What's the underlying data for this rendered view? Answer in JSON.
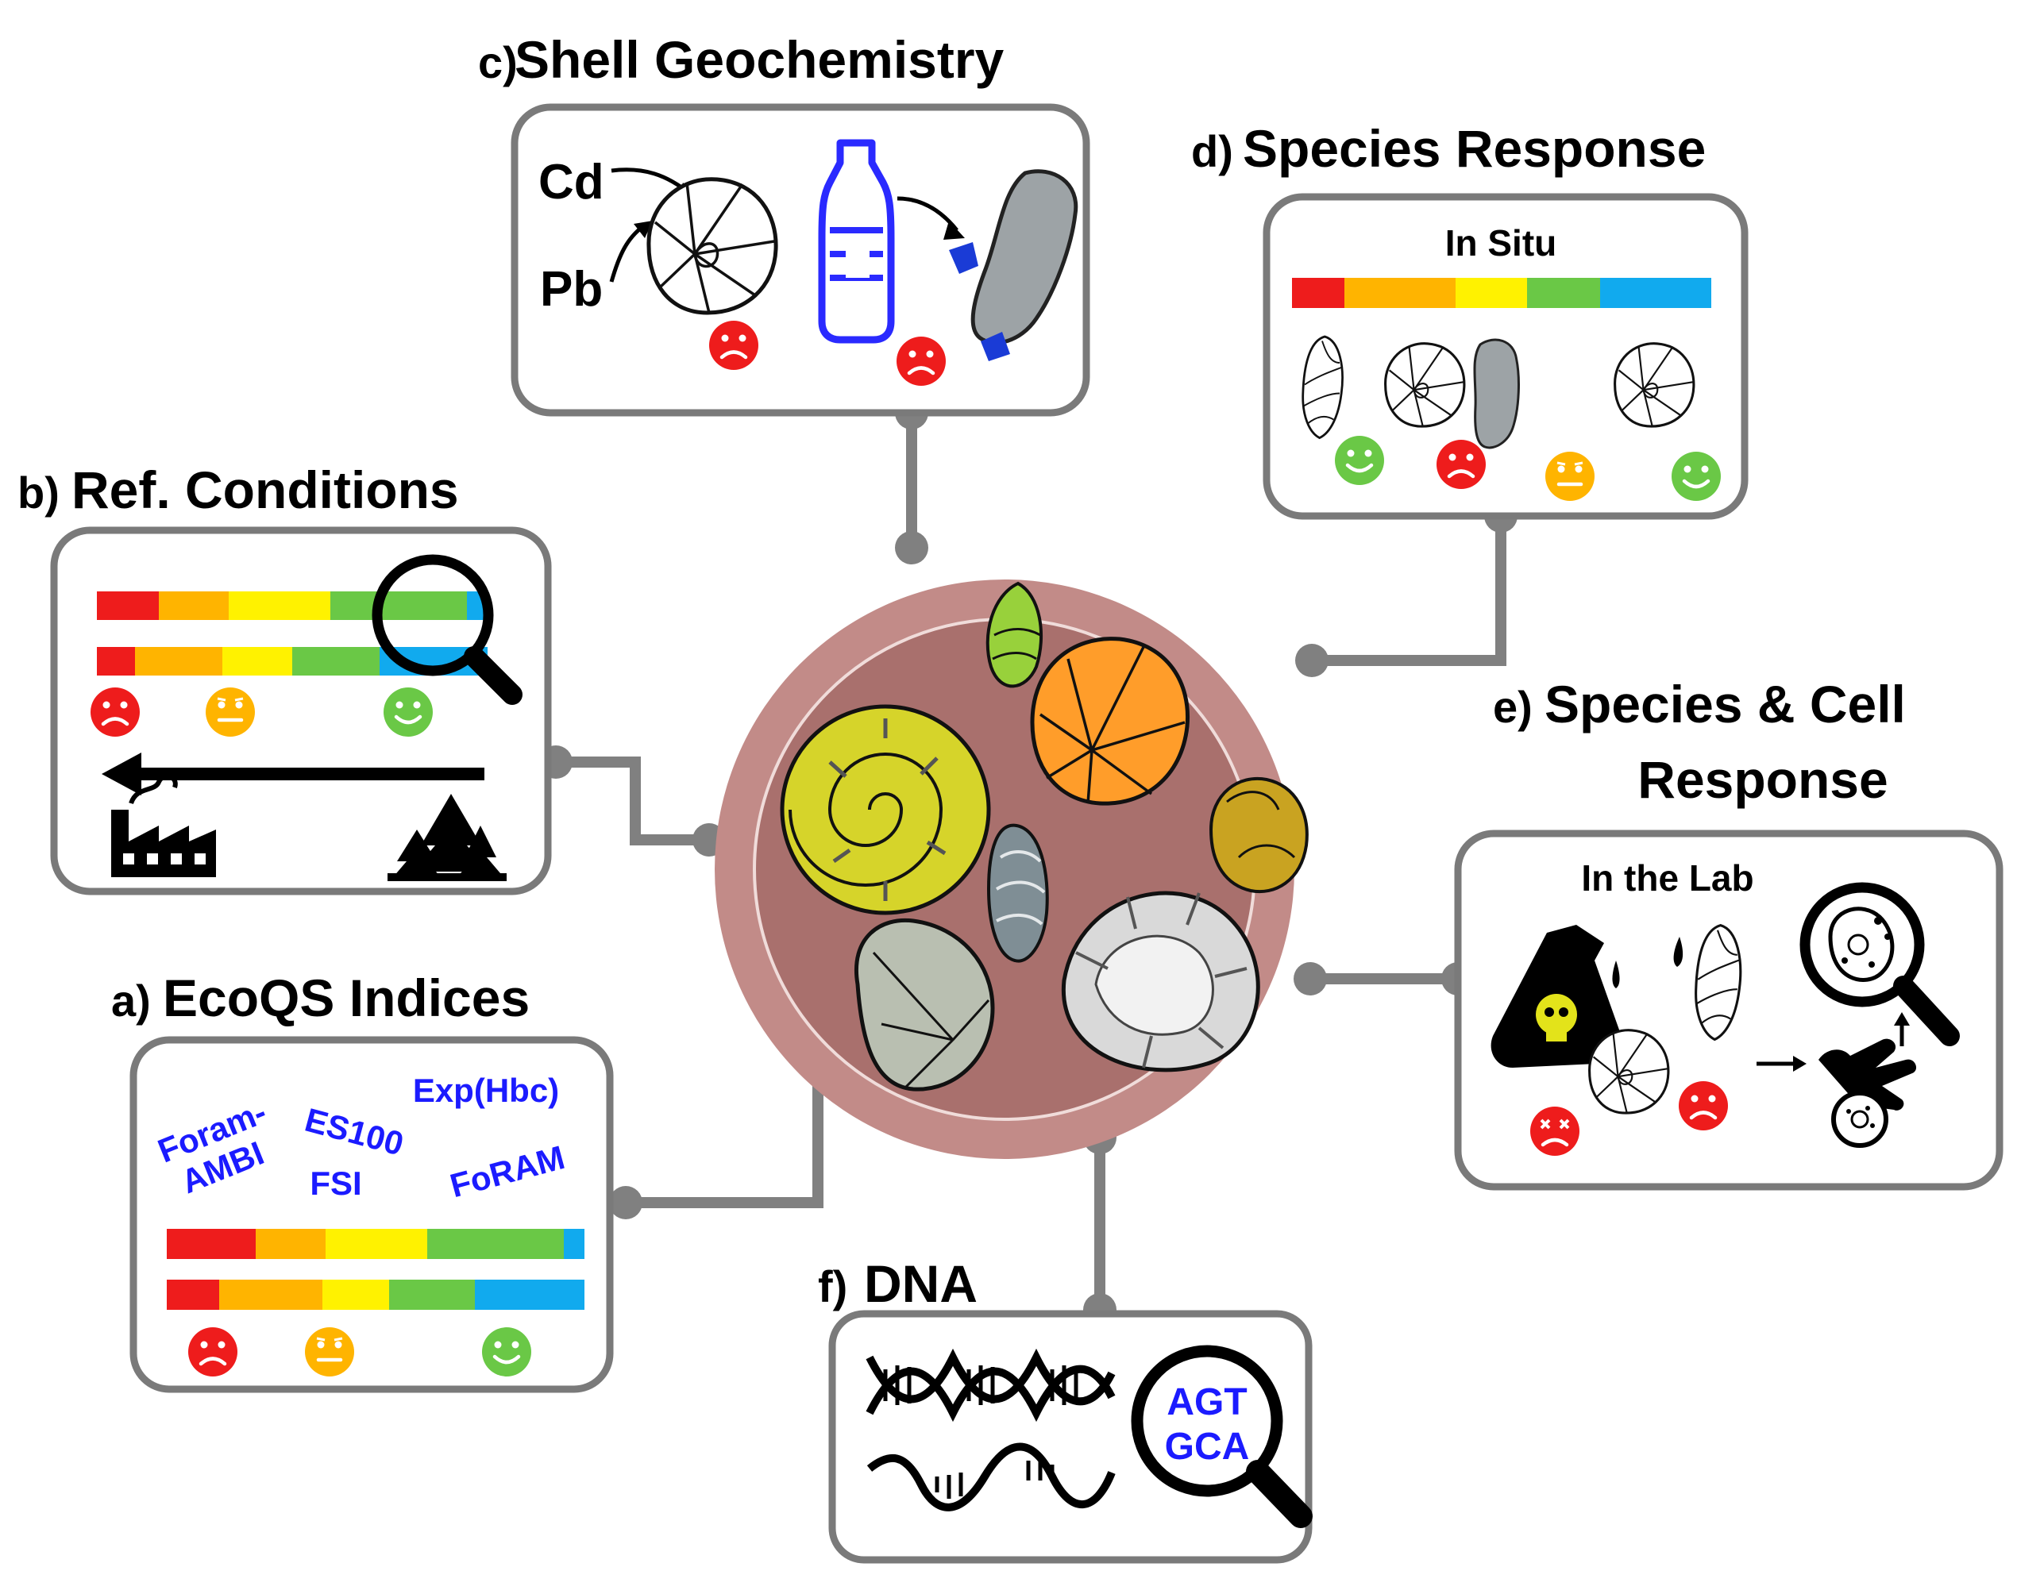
{
  "panels": {
    "a": {
      "letter": "a)",
      "title": "EcoQS Indices",
      "indices": [
        "Foram-",
        "AMBI",
        "ES100",
        "FSI",
        "Exp(Hbc)",
        "FoRAM"
      ]
    },
    "b": {
      "letter": "b)",
      "title": "Ref. Conditions"
    },
    "c": {
      "letter": "c)",
      "title": "Shell Geochemistry",
      "metals": [
        "Cd",
        "Pb"
      ]
    },
    "d": {
      "letter": "d)",
      "title": "Species Response",
      "subtitle": "In Situ"
    },
    "e": {
      "letter": "e)",
      "title_line1": "Species & Cell",
      "title_line2": "Response",
      "subtitle": "In the Lab"
    },
    "f": {
      "letter": "f)",
      "title": "DNA",
      "sequence": [
        "AGT",
        "GCA"
      ]
    }
  },
  "colors": {
    "red": "#ee1c1c",
    "orange": "#ffb400",
    "yellow": "#fff200",
    "green": "#6ac846",
    "blue": "#11aaee",
    "connector": "#808080",
    "disc": "#a9706d",
    "rim": "#c28b88",
    "index_text": "#1b1bff"
  },
  "icons": [
    "sad-face-icon",
    "neutral-face-icon",
    "happy-face-icon",
    "magnifier-icon",
    "factory-icon",
    "forest-icon",
    "bottle-icon",
    "flask-skull-icon",
    "dna-icon",
    "glove-hand-icon",
    "cell-icon",
    "foraminifera-icon"
  ]
}
